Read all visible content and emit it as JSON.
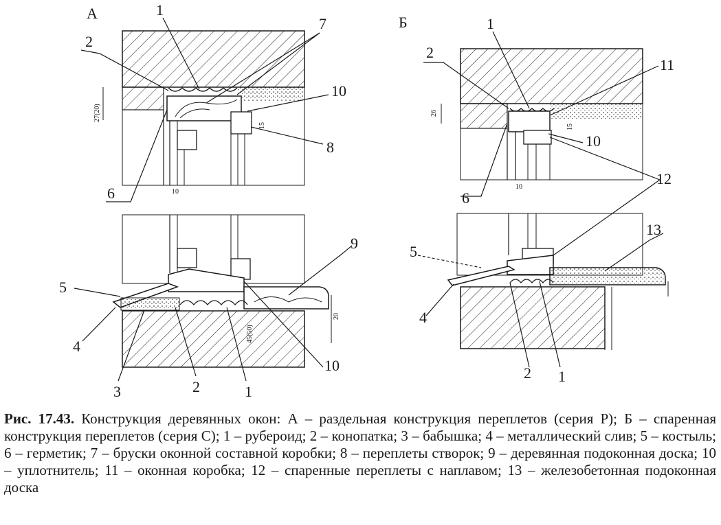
{
  "panels": {
    "a": {
      "letter": "А"
    },
    "b": {
      "letter": "Б"
    }
  },
  "callouts_a": [
    "1",
    "2",
    "7",
    "10",
    "8",
    "6",
    "9",
    "5",
    "4",
    "3",
    "2",
    "1",
    "10"
  ],
  "callouts_b": [
    "1",
    "2",
    "11",
    "10",
    "12",
    "6",
    "13",
    "5",
    "4",
    "2",
    "1"
  ],
  "dims_a": [
    "27(20)",
    "15",
    "10",
    "20",
    "45(50)"
  ],
  "dims_b": [
    "26",
    "15",
    "10"
  ],
  "caption": {
    "label": "Рис. 17.43.",
    "text": "Конструкция деревянных окон: А – раздельная конструкция переплетов (серия Р); Б – спаренная конструкция переплетов (серия С);  1 – рубероид; 2 – конопатка; 3 – бабышка; 4 – металлический слив; 5 – костыль; 6 – герметик; 7 – бруски оконной составной коробки; 8 – переплеты створок; 9 – деревянная подоконная доска; 10 – уплотнитель; 11 – оконная коробка; 12 – спаренные переплеты с наплавом; 13 – железобетонная подоконная доска"
  },
  "colors": {
    "ink": "#1a1a1a",
    "fill_light": "#eeeeee"
  }
}
